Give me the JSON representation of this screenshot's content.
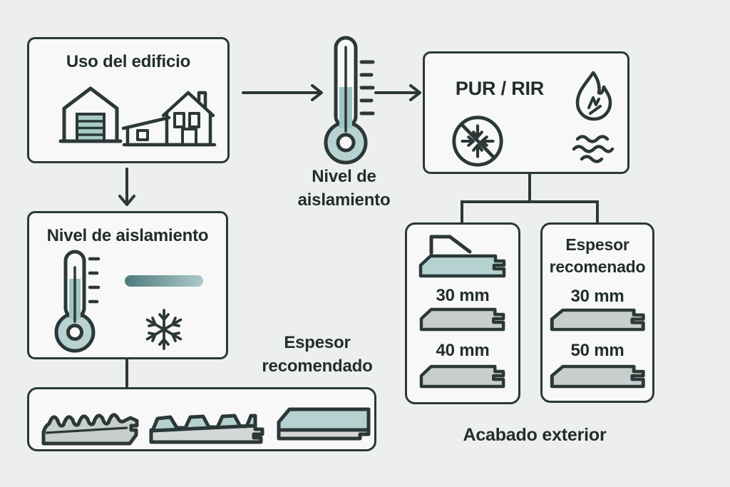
{
  "colors": {
    "background": "#edefee",
    "box_background": "#f7f8f7",
    "outline": "#2b3837",
    "teal_light": "#b5d2d1",
    "teal_fill": "#9fc5c4",
    "gradient_start": "#4f7a7d",
    "gradient_end": "#adc9c9",
    "gray_panel": "#c8cecd",
    "text": "#222e2c"
  },
  "diagram": {
    "building_use": {
      "title": "Uso del edificio"
    },
    "thermometer_caption": {
      "line1": "Nivel de",
      "line2": "aislamiento"
    },
    "material_box": {
      "title": "PUR / RIR"
    },
    "insulation_box": {
      "title": "Nivel de aislamiento"
    },
    "thickness_caption": {
      "line1": "Espesor",
      "line2": "recomendado"
    },
    "option_a": {
      "size1": "30 mm",
      "size2": "40 mm"
    },
    "option_b": {
      "title_line1": "Espesor",
      "title_line2": "recomenado",
      "size1": "30 mm",
      "size2": "50 mm"
    },
    "exterior_caption": "Acabado exterior"
  },
  "icons": {
    "warehouse-icon": "svg pentagon warehouse with teal slatted door",
    "house-icon": "svg two-story house with lean-to extension",
    "arrow-right-icon": "svg horizontal arrow",
    "arrow-down-icon": "svg vertical arrow",
    "thermometer-icon": "svg thermometer with scale ticks and teal fill",
    "flame-icon": "svg flame outline",
    "no-compression-icon": "svg circle with slash and inward arrows",
    "heat-waves-icon": "svg three wavy lines",
    "snowflake-icon": "svg six-arm snowflake",
    "insulation-gradient-bar": "css gradient pill dark-teal to light-teal",
    "corrugated-panel-icon": "svg corrugated sandwich panel profile",
    "ribbed-panel-icon": "svg trapezoid ribbed sandwich panel profile",
    "flat-panel-icon": "svg flat sandwich panel profile",
    "panel-profile-icon": "svg panel cross-section with tongue-groove notch",
    "clip-fastener-icon": "svg hidden-fix clip over panel"
  }
}
